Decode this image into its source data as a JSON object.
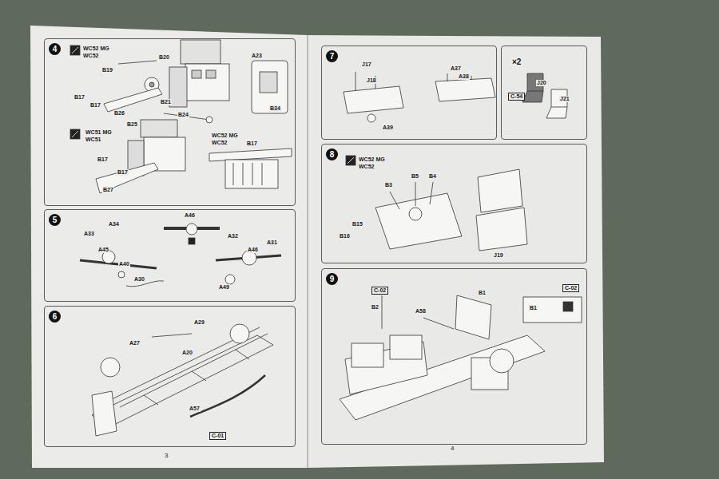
{
  "diagram": {
    "nodes": [
      {
        "text": [
          "4"
        ]
      },
      {
        "text": [
          "5"
        ]
      },
      {
        "text": [
          "6"
        ]
      },
      {
        "text": [
          "7"
        ]
      },
      {
        "text": [
          "×2"
        ]
      },
      {
        "text": [
          "8"
        ]
      },
      {
        "text": [
          "9"
        ]
      }
    ],
    "labels": [
      "WC52 MG",
      "WC52",
      "B20",
      "B19",
      "B17",
      "B17",
      "B26",
      "B25",
      "B21",
      "B24",
      "A23",
      "B34",
      "WC51 MG",
      "WC51",
      "B17",
      "B17",
      "B27",
      "WC52 MG",
      "WC52",
      "B17",
      "A33",
      "A34",
      "A45",
      "A40",
      "A30",
      "A46",
      "A32",
      "A31",
      "A46",
      "A49",
      "A27",
      "A29",
      "A20",
      "A57",
      "C-01",
      "J17",
      "J18",
      "A39",
      "A37",
      "A38",
      "J20",
      "C-54",
      "J21",
      "WC52 MG",
      "WC52",
      "B5",
      "B4",
      "B3",
      "B15",
      "B16",
      "J19",
      "C-02",
      "B2",
      "A58",
      "B1",
      "B1",
      "C-02",
      "3",
      "4"
    ]
  }
}
